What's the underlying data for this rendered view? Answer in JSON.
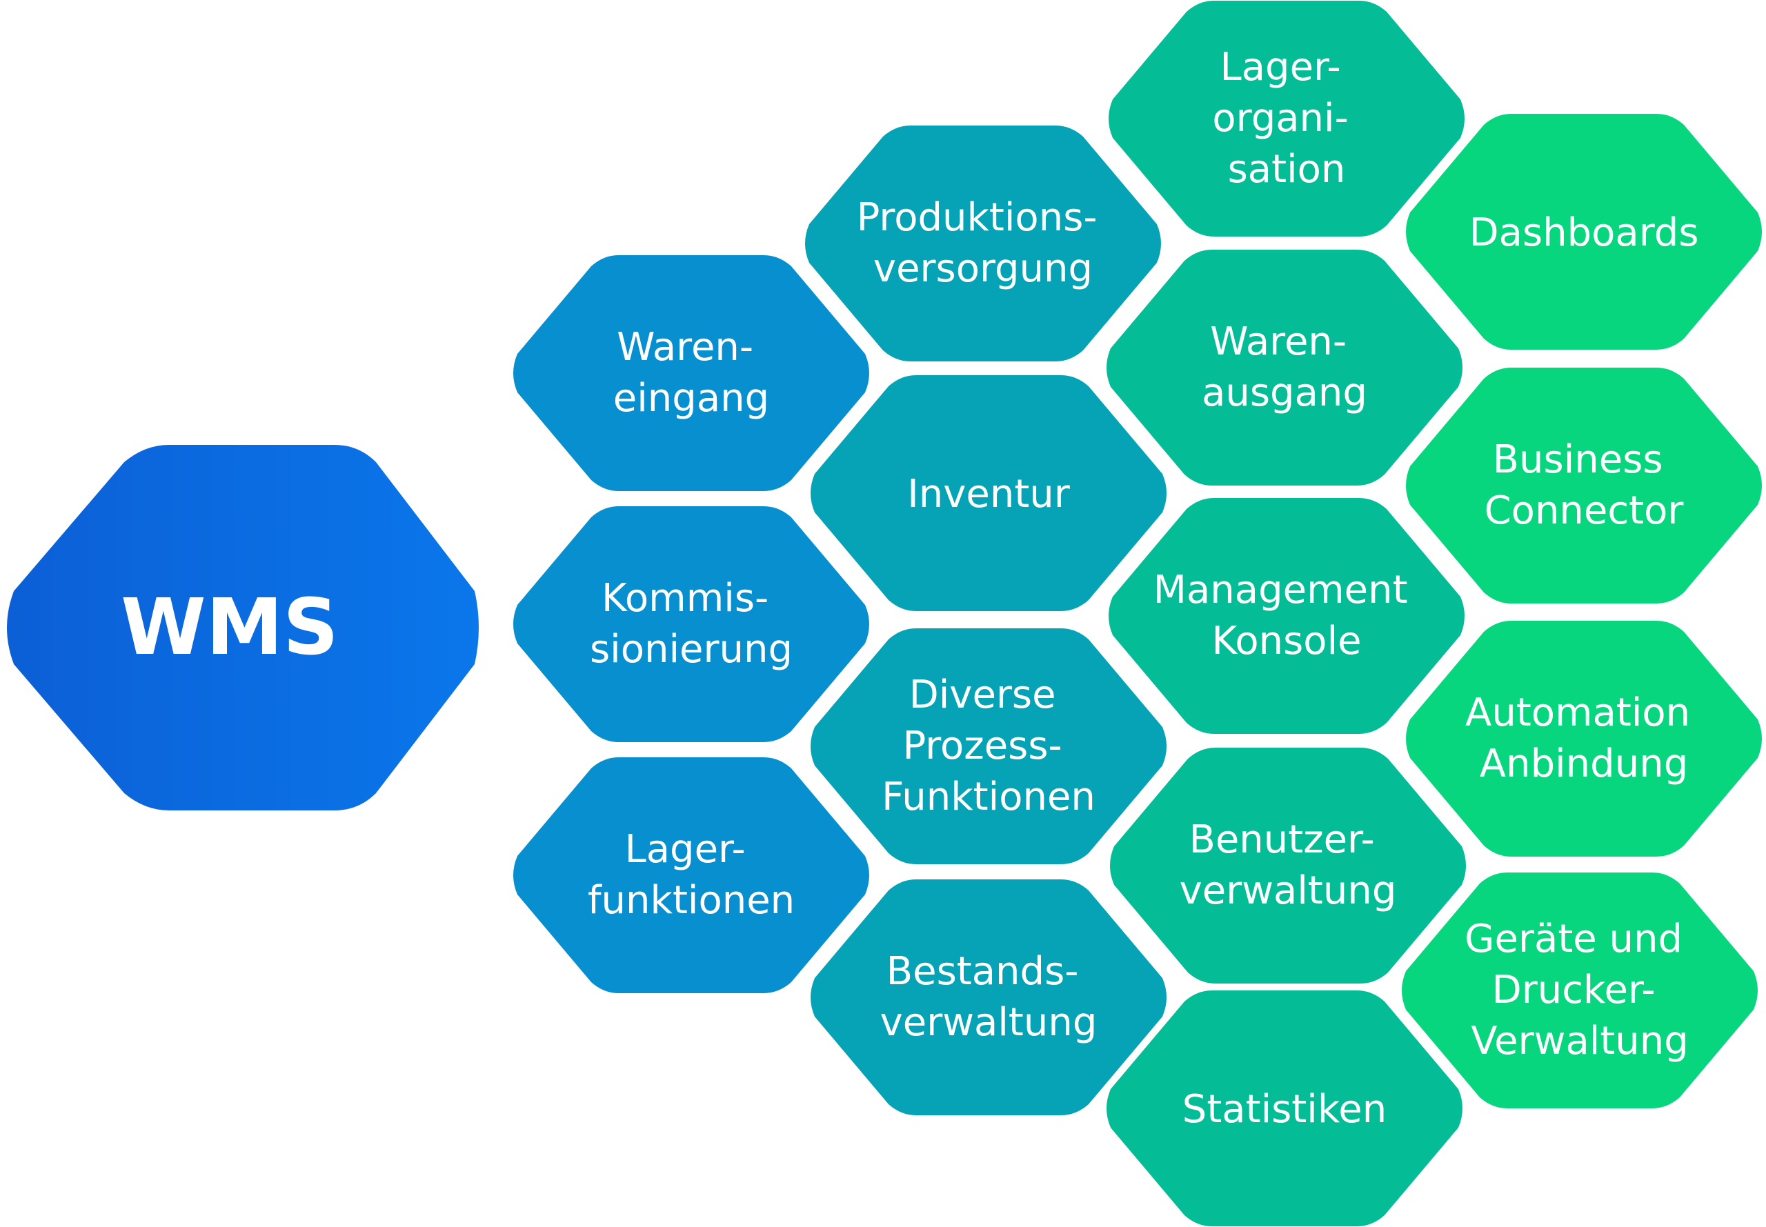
{
  "main_node": {
    "lines": [
      "WMS"
    ],
    "color": "#0a72e6"
  },
  "modules": [
    {
      "id": "wareneingang",
      "lines": [
        "Waren-",
        "eingang"
      ],
      "color": "#078fcf"
    },
    {
      "id": "kommissionierung",
      "lines": [
        "Kommis-",
        "sionierung"
      ],
      "color": "#078fcf"
    },
    {
      "id": "lagerfunktionen",
      "lines": [
        "Lager-",
        "funktionen"
      ],
      "color": "#078fcf"
    },
    {
      "id": "produktionsversorgung",
      "lines": [
        "Produktions-",
        "versorgung"
      ],
      "color": "#05a3b5"
    },
    {
      "id": "inventur",
      "lines": [
        "Inventur"
      ],
      "color": "#05a3b5"
    },
    {
      "id": "diverse-prozess-funktionen",
      "lines": [
        "Diverse",
        "Prozess-",
        "Funktionen"
      ],
      "color": "#05a3b5"
    },
    {
      "id": "bestandsverwaltung",
      "lines": [
        "Bestands-",
        "verwaltung"
      ],
      "color": "#05a3b5"
    },
    {
      "id": "lagerorganisation",
      "lines": [
        "Lager-",
        "organi-",
        "sation"
      ],
      "color": "#04bd97"
    },
    {
      "id": "warenausgang",
      "lines": [
        "Waren-",
        "ausgang"
      ],
      "color": "#04bd97"
    },
    {
      "id": "management-konsole",
      "lines": [
        "Management",
        "Konsole"
      ],
      "color": "#04bd97"
    },
    {
      "id": "benutzerverwaltung",
      "lines": [
        "Benutzer-",
        "verwaltung"
      ],
      "color": "#04bd97"
    },
    {
      "id": "statistiken",
      "lines": [
        "Statistiken"
      ],
      "color": "#04bd97"
    },
    {
      "id": "dashboards",
      "lines": [
        "Dashboards"
      ],
      "color": "#08d67e"
    },
    {
      "id": "business-connector",
      "lines": [
        "Business",
        "Connector"
      ],
      "color": "#08d67e"
    },
    {
      "id": "automation-anbindung",
      "lines": [
        "Automation",
        "Anbindung"
      ],
      "color": "#08d67e"
    },
    {
      "id": "geraete-drucker-verwaltung",
      "lines": [
        "Geräte und",
        "Drucker-",
        "Verwaltung"
      ],
      "color": "#08d67e"
    }
  ]
}
